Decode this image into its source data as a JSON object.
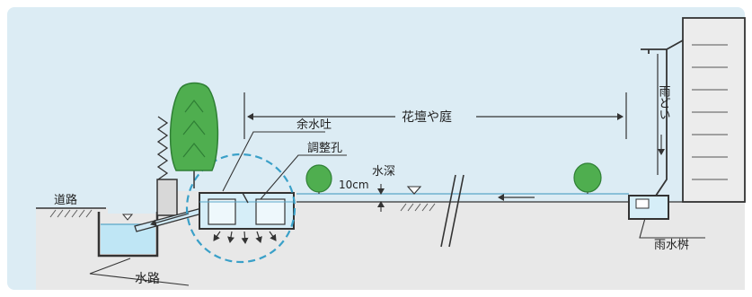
{
  "labels": {
    "road": "道路",
    "waterway": "水路",
    "overflow_outlet": "余水吐",
    "adjustment_hole": "調整孔",
    "water_depth": "水深",
    "depth_value": "10cm",
    "flowerbed_garden": "花壇や庭",
    "downspout": "雨どい",
    "rain_basin": "雨水桝"
  },
  "colors": {
    "background": "#dcecf4",
    "ground": "#e6e6e6",
    "outline": "#333333",
    "water": "#bfe6f5",
    "tree_green": "#4fae4f",
    "tree_dark": "#2f7f35",
    "circle": "#3aa0c8",
    "building": "#ececec"
  },
  "icons": {
    "water_level": "water-level-triangle-icon",
    "flow_arrow": "flow-arrow-icon"
  }
}
